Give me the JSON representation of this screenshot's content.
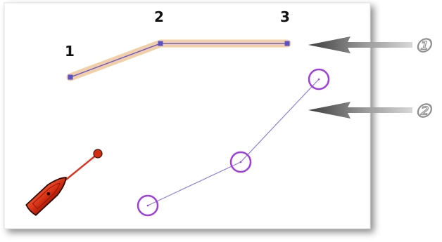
{
  "waypoint_labels": [
    "1",
    "2",
    "3"
  ],
  "callouts": [
    "①",
    "②"
  ],
  "colors": {
    "route_line": "#6a5ad8",
    "route_highlight": "#f3cfa6",
    "waypoint_marker": "#5a50c8",
    "track_line": "#8f7fe0",
    "track_circle": "#a03ddf",
    "boat_hull": "#d42a10",
    "boat_heading": "#e0301e",
    "arrow_gray": "#7a7a7a"
  },
  "icons": {
    "boat": "boat-icon",
    "heading_target": "heading-target-icon",
    "callout_arrow": "pointer-arrow-icon"
  }
}
